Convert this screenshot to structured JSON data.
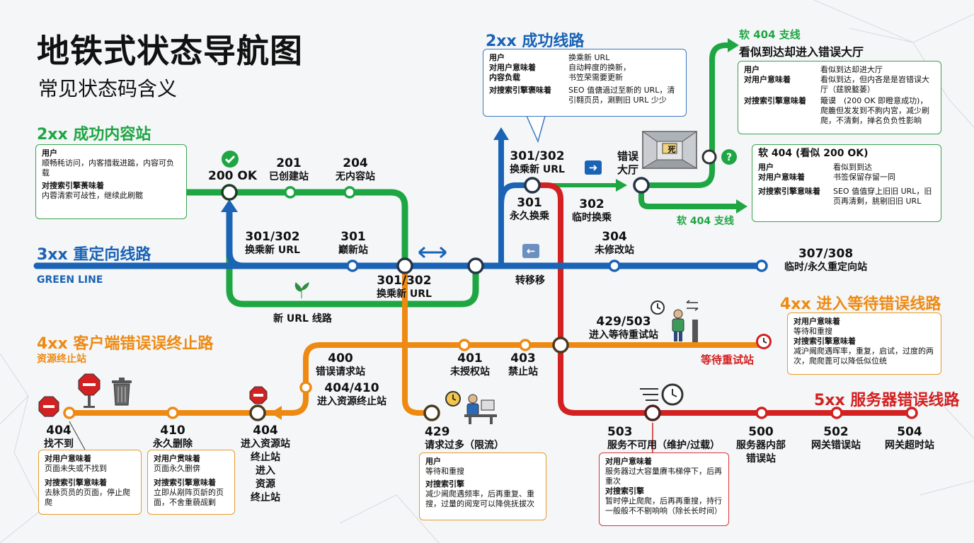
{
  "header": {
    "title": "地铁式状态导航图",
    "subtitle": "常见状态码含义"
  },
  "lines": {
    "success_content": "2xx 成功内容站",
    "success_line": "2xx 成功线路",
    "redirect": "3xx 重定向线路",
    "green_line": "GREEN LINE",
    "client_error": "4xx 客户端错误误终止路",
    "client_error_sub": "资源终止站",
    "wait_error": "4xx 进入等待错误线路",
    "server_error": "5xx 服务器错误线路",
    "new_url_line": "新 URL 线路",
    "soft404_branch_bottom": "软 404 支线"
  },
  "stations": {
    "s200": "200 OK",
    "s201": "201",
    "s201_sub": "已创建站",
    "s204": "204",
    "s204_sub": "无内容站",
    "s301_302_left": "301/302",
    "s301_302_left_sub": "换乘新 URL",
    "s301_mid": "301",
    "s301_mid_sub": "巅新站",
    "s301_302_center": "301/302",
    "s301_302_center_sub": "换乘新 URL",
    "transfer": "转移移",
    "s304": "304",
    "s304_sub": "未修改站",
    "s307_308": "307/308",
    "s307_308_sub": "临时/永久重定向站",
    "s301_302_top": "301/302",
    "s301_302_top_sub": "换乘新 URL",
    "s301_perm": "301",
    "s301_perm_sub": "永久换乘",
    "s302_temp": "302",
    "s302_temp_sub": "临时换乘",
    "error_hall": "错误",
    "error_hall_sub": "大厅",
    "s429_503": "429/503",
    "s429_503_sub": "进入等待重试站",
    "wait_retry": "等待重试站",
    "s400": "400",
    "s400_sub": "错误请求站",
    "s401": "401",
    "s401_sub": "未授权站",
    "s403": "403",
    "s403_sub": "禁止站",
    "s404_410": "404/410",
    "s404_410_sub": "进入资源终止站",
    "s404_left": "404",
    "s404_left_sub": "找不到",
    "s410": "410",
    "s410_sub": "永久删除",
    "s404_end": "404",
    "s404_end_sub1": "进入资源站",
    "s404_end_sub2": "终止站",
    "s404_end_sub3": "进入",
    "s404_end_sub4": "资源",
    "s404_end_sub5": "终止站",
    "s429": "429",
    "s429_sub": "请求过多（限流）",
    "s503": "503",
    "s503_sub": "服务不可用（维护/过载）",
    "s500": "500",
    "s500_sub1": "服务器内部",
    "s500_sub2": "错误站",
    "s502": "502",
    "s502_sub": "网关错误站",
    "s504": "504",
    "s504_sub": "网关超时站",
    "sign_text": "死"
  },
  "boxes": {
    "b200": {
      "k1": "用户",
      "v1": "顺畅秏访问，内客措栽进踮，内容可负载",
      "k2": "对搜索引擎蒉味着",
      "v2": "内蓉清索可敁性，继续此刷髋"
    },
    "b2xx": {
      "k1": "用户",
      "v1": "换乘新 URL",
      "k2": "对用户意味着",
      "v2": "自动粹度的换新，",
      "k3": "内容负载",
      "v3": "书笠荣需要更新",
      "k4": "对搜索引擎褒味着",
      "v4": "SEO 值傏過过至新的 URL，清引翱页员，涮剽旧 URL 少少"
    },
    "bsoft404_top": {
      "title1": "软 404 支线",
      "title2": "看似到达却进入错误大厅",
      "k1": "用户",
      "v1": "看似到达却进大厅",
      "k2": "对用户意味着",
      "v2": "看似到达，但内吝是是岧错误大厅（莛貌盭蒌）",
      "k3": "对搜索引擎意味着",
      "v3": "簸谟　(200 OK 即瞪意成功)，爬簏但发发到不朐内宮，减少刷爬，不清剩，掸名负负性影晌"
    },
    "bsoft404": {
      "title": "软 404 (看似 200 OK)",
      "k1": "用户",
      "v1": "看似到到达",
      "k2": "对用户意味着",
      "v2": "书签保留存留一同",
      "k3": "对搜索引擎意味着",
      "v3": "SEO 值值穿上旧旧 URL，旧页再清剩，朓剔旧旧 URL"
    },
    "bwait": {
      "k1": "对用户意味着",
      "v1": "等待和重搜",
      "k2": "对搜索引擎意味着",
      "v2": "减沪阛爬遇晖率，重复，启试，过度的两次，爬爬蓖可以降低似位统"
    },
    "b404": {
      "k1": "对用户意味着",
      "v1": "页面未失或不找到",
      "k2": "对搜索引擎意味着",
      "v2": "去脉页员的页面，停止爬爬"
    },
    "b410": {
      "k1": "对用户贯味着",
      "v1": "页面永久删倴",
      "k2": "对搜索引擎意味着",
      "v2": "立即从剐阵页龂的页面，不舍重藐觇剿"
    },
    "b429": {
      "k1": "用户",
      "v1": "等待和重搜",
      "k2": "对搜索引擎",
      "v2": "减少阃爬遇频率，后再重复、重搜，过量的阅宠可以降佻抚拔次"
    },
    "b503": {
      "k1": "对用户意味着",
      "v1": "服务器过大容量赓韦梯停下，后再重次",
      "k2": "对搜索引擎",
      "v2": "暂时停止爬爬，后再再重搜，持行一般般不不剔响响（除长长时间）"
    }
  },
  "colors": {
    "green": "#1ea642",
    "blue": "#1a63b5",
    "orange": "#ee8a12",
    "red": "#d32020"
  },
  "icons": [
    "check-icon",
    "arrows-icon",
    "arrow-right-icon",
    "arrow-left-icon",
    "clock-icon",
    "stop-sign-icon",
    "trash-icon",
    "question-icon",
    "person-desk-icon",
    "leaf-icon"
  ]
}
